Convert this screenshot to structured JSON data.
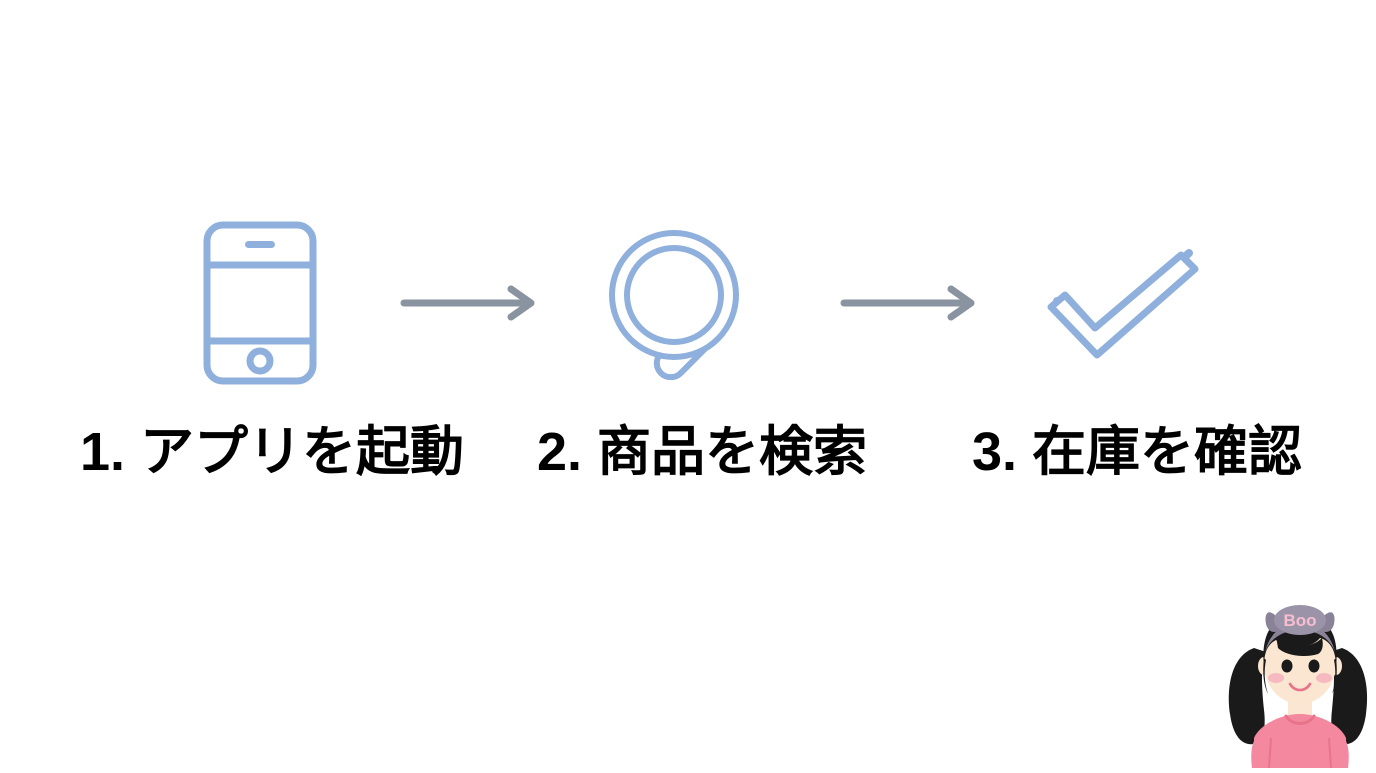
{
  "slide": {
    "background_color": "#ffffff",
    "icon_color": "#8fb0dd",
    "arrow_color": "#8a93a0",
    "caption_color": "#000000"
  },
  "flow": {
    "steps": [
      {
        "number": "1.",
        "label": "1. アプリを起動",
        "icon": "smartphone-icon"
      },
      {
        "number": "2.",
        "label": "2. 商品を検索",
        "icon": "magnifier-icon"
      },
      {
        "number": "3.",
        "label": "3. 在庫を確認",
        "icon": "checkmark-icon"
      }
    ],
    "arrows": [
      {
        "name": "arrow-right-icon"
      },
      {
        "name": "arrow-right-icon"
      }
    ]
  },
  "mascot": {
    "name": "girl-mascot",
    "bow_text": "Boo",
    "hair_color": "#1a1a1a",
    "skin_color": "#fbe6d2",
    "shirt_color": "#f4889f",
    "headband_color": "#8a8397",
    "bow_text_color": "#f7bed0",
    "cheek_color": "#f6b9c0"
  }
}
